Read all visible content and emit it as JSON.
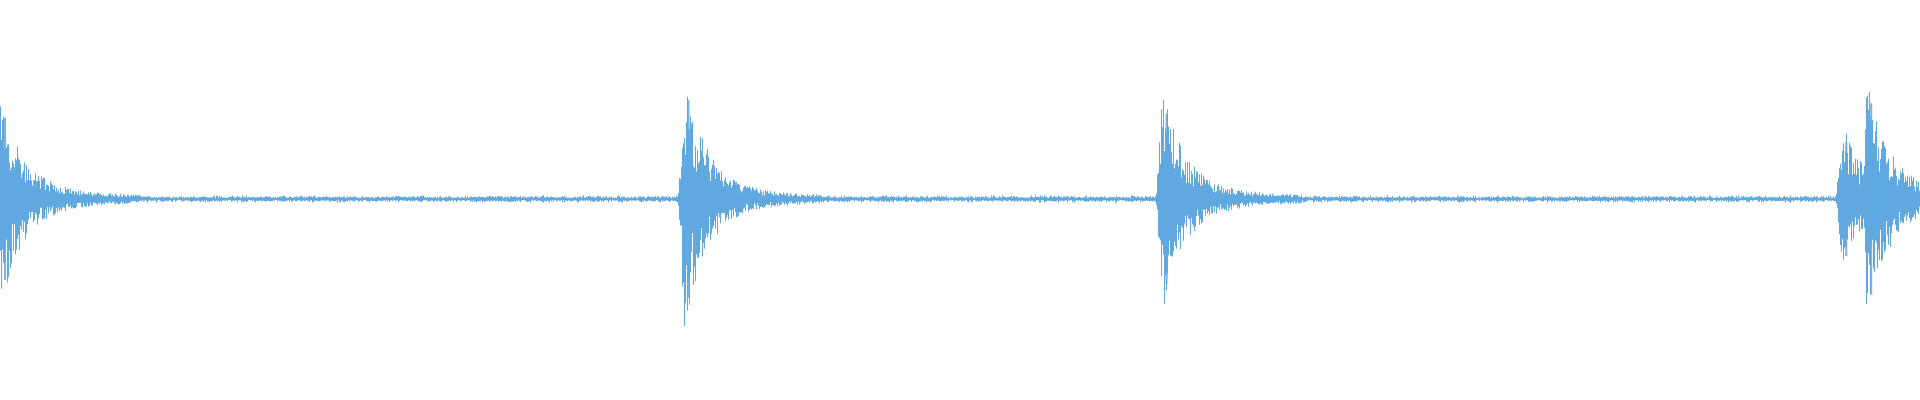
{
  "waveform": {
    "color": "#5FA8E0",
    "background": "#FFFFFF",
    "bursts": [
      {
        "t": 0.0,
        "amp": 0.78
      },
      {
        "t": 0.356,
        "amp": 0.95
      },
      {
        "t": 0.605,
        "amp": 0.82
      },
      {
        "t": 0.959,
        "amp": 0.55
      },
      {
        "t": 0.972,
        "amp": 0.92
      }
    ],
    "noise_floor": 0.03
  }
}
